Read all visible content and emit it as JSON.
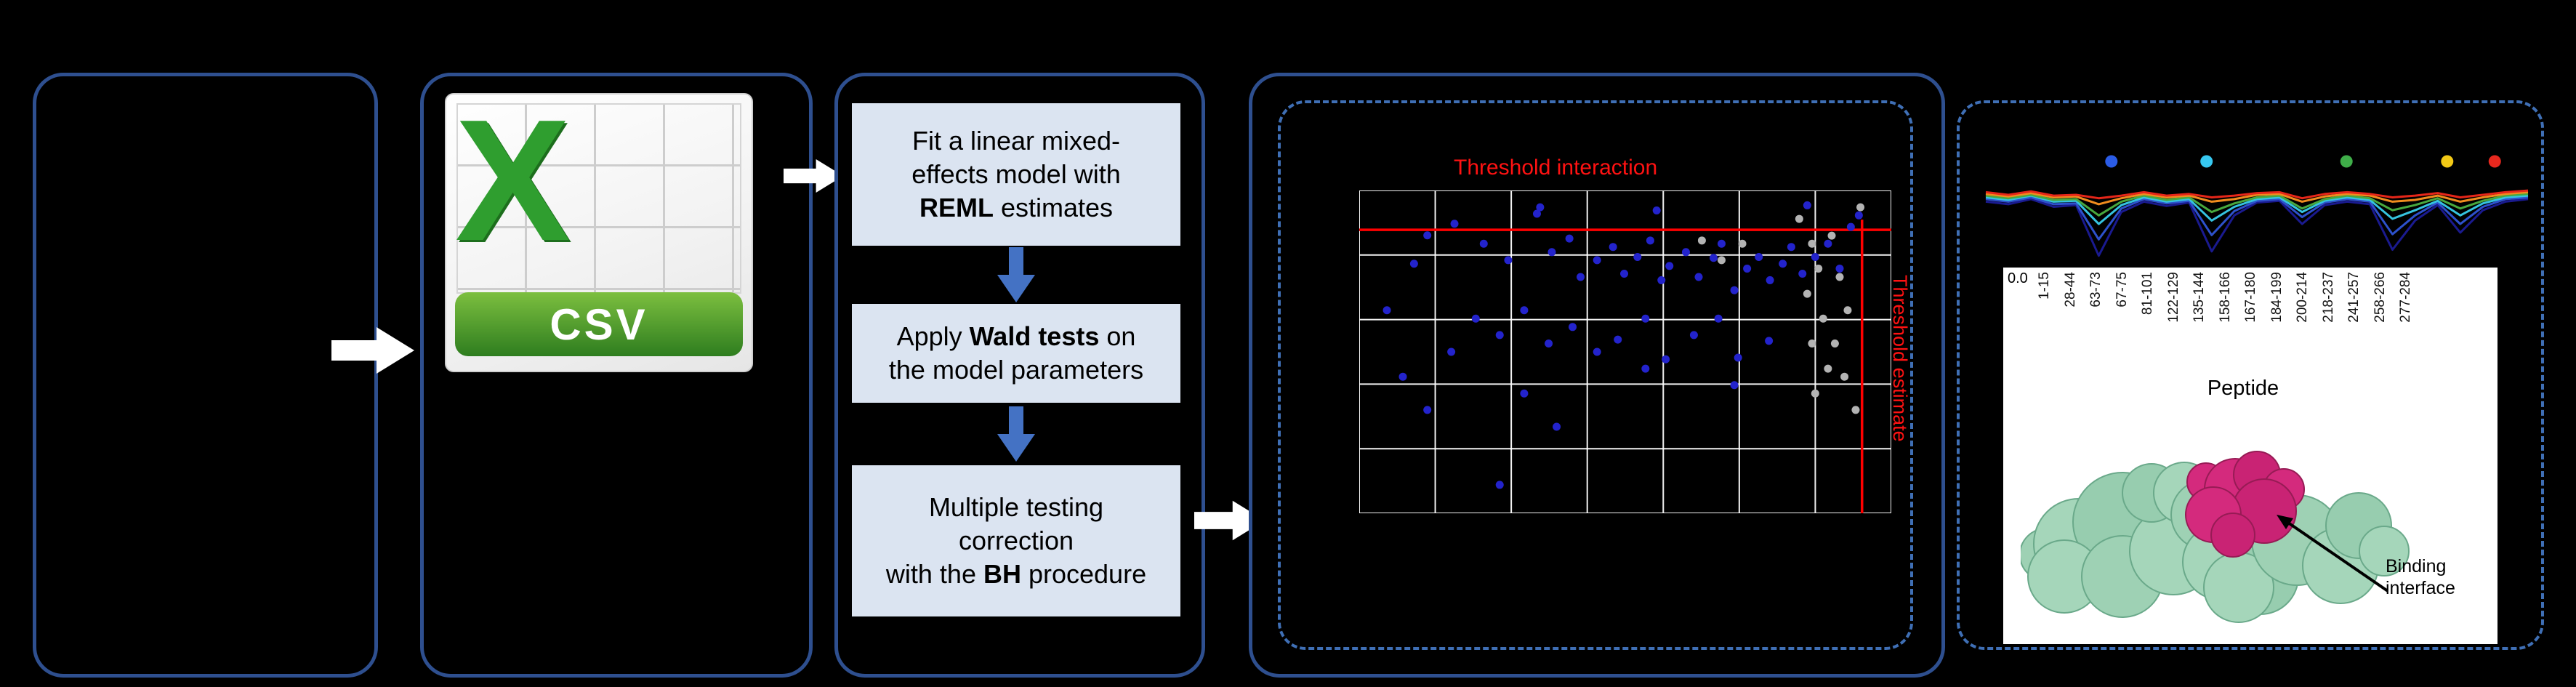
{
  "figure": {
    "bg": "#000000"
  },
  "csv_icon": {
    "letter": "X",
    "banner": "CSV"
  },
  "pipeline": {
    "steps": [
      {
        "lines": [
          [
            {
              "t": "Fit a linear mixed-"
            }
          ],
          [
            {
              "t": "effects model with"
            }
          ],
          [
            {
              "t": "REML",
              "b": true
            },
            {
              "t": " estimates"
            }
          ]
        ]
      },
      {
        "lines": [
          [
            {
              "t": "Apply "
            },
            {
              "t": "Wald tests",
              "b": true
            },
            {
              "t": " on"
            }
          ],
          [
            {
              "t": "the model parameters"
            }
          ]
        ]
      },
      {
        "lines": [
          [
            {
              "t": "Multiple testing"
            }
          ],
          [
            {
              "t": "correction"
            }
          ],
          [
            {
              "t": "with the "
            },
            {
              "t": "BH",
              "b": true
            },
            {
              "t": " procedure"
            }
          ]
        ]
      }
    ]
  },
  "volcano": {
    "type": "scatter",
    "title": "Threshold interaction",
    "side_label": "Threshold estimate",
    "threshold_line_y_pct": 12.2,
    "threshold_line_x_pct": 94.5,
    "colors": {
      "point_blue": "#2323cc",
      "point_gray": "#b3b3b3",
      "threshold": "#ff0000",
      "grid": "#ffffff"
    },
    "points_blue_pct": [
      [
        12.8,
        13.9
      ],
      [
        17.9,
        10.3
      ],
      [
        23.4,
        16.5
      ],
      [
        28.0,
        21.6
      ],
      [
        33.4,
        7.2
      ],
      [
        36.2,
        19.1
      ],
      [
        39.5,
        14.9
      ],
      [
        41.6,
        26.8
      ],
      [
        44.7,
        21.6
      ],
      [
        47.7,
        17.5
      ],
      [
        49.8,
        25.8
      ],
      [
        52.3,
        20.6
      ],
      [
        54.7,
        15.5
      ],
      [
        56.8,
        27.8
      ],
      [
        58.3,
        23.4
      ],
      [
        61.4,
        19.1
      ],
      [
        63.8,
        26.8
      ],
      [
        66.6,
        20.9
      ],
      [
        68.1,
        16.5
      ],
      [
        70.5,
        30.9
      ],
      [
        72.9,
        24.2
      ],
      [
        75.1,
        20.6
      ],
      [
        77.2,
        27.8
      ],
      [
        79.6,
        22.7
      ],
      [
        81.2,
        17.5
      ],
      [
        83.3,
        25.8
      ],
      [
        85.7,
        20.6
      ],
      [
        88.1,
        16.5
      ],
      [
        90.3,
        24.2
      ],
      [
        92.4,
        11.3
      ],
      [
        21.9,
        39.7
      ],
      [
        26.4,
        44.8
      ],
      [
        31.0,
        37.1
      ],
      [
        35.6,
        47.4
      ],
      [
        40.1,
        42.3
      ],
      [
        44.7,
        50.0
      ],
      [
        48.6,
        46.2
      ],
      [
        53.8,
        39.7
      ],
      [
        57.6,
        52.3
      ],
      [
        62.9,
        44.8
      ],
      [
        67.5,
        39.7
      ],
      [
        71.2,
        51.8
      ],
      [
        77.0,
        46.6
      ],
      [
        12.8,
        68.0
      ],
      [
        26.4,
        91.2
      ],
      [
        31.0,
        62.9
      ],
      [
        37.1,
        73.2
      ],
      [
        53.8,
        55.2
      ],
      [
        70.5,
        60.3
      ],
      [
        5.2,
        37.1
      ],
      [
        8.2,
        57.7
      ],
      [
        17.3,
        50.0
      ],
      [
        10.3,
        22.7
      ],
      [
        34.0,
        5.2
      ],
      [
        55.9,
        6.2
      ],
      [
        84.2,
        4.6
      ],
      [
        93.9,
        7.7
      ]
    ],
    "points_gray_pct": [
      [
        82.7,
        8.8
      ],
      [
        85.1,
        16.5
      ],
      [
        86.3,
        24.2
      ],
      [
        84.2,
        32.0
      ],
      [
        87.2,
        39.7
      ],
      [
        85.1,
        47.4
      ],
      [
        88.1,
        55.2
      ],
      [
        85.7,
        62.9
      ],
      [
        88.8,
        14.0
      ],
      [
        90.3,
        26.8
      ],
      [
        91.8,
        37.1
      ],
      [
        89.4,
        47.4
      ],
      [
        91.2,
        57.7
      ],
      [
        93.3,
        68.0
      ],
      [
        64.4,
        15.5
      ],
      [
        68.1,
        21.6
      ],
      [
        72.0,
        16.5
      ],
      [
        94.2,
        5.2
      ]
    ]
  },
  "uptake": {
    "type": "line",
    "legend_dots": [
      {
        "x_pct": 24,
        "color": "#2b5ce6"
      },
      {
        "x_pct": 41,
        "color": "#37c8f0"
      },
      {
        "x_pct": 66,
        "color": "#3fae49"
      },
      {
        "x_pct": 84,
        "color": "#f2c916"
      },
      {
        "x_pct": 92.5,
        "color": "#e8281e"
      }
    ],
    "series": [
      {
        "name": "navy",
        "color": "#1a1a8f",
        "values": [
          30,
          33,
          27,
          36,
          34,
          93,
          42,
          30,
          35,
          31,
          88,
          46,
          31,
          29,
          56,
          34,
          30,
          33,
          86,
          52,
          34,
          66,
          40,
          30,
          27
        ]
      },
      {
        "name": "blue",
        "color": "#2d51cc",
        "values": [
          27,
          30,
          25,
          33,
          32,
          74,
          38,
          27,
          32,
          29,
          69,
          41,
          29,
          27,
          48,
          31,
          27,
          30,
          68,
          46,
          31,
          56,
          36,
          27,
          25
        ]
      },
      {
        "name": "cyan",
        "color": "#35c3e0",
        "values": [
          25,
          28,
          23,
          30,
          29,
          56,
          34,
          25,
          30,
          27,
          52,
          36,
          27,
          25,
          42,
          29,
          25,
          28,
          50,
          40,
          29,
          46,
          32,
          25,
          23
        ]
      },
      {
        "name": "green",
        "color": "#48a83e",
        "values": [
          23,
          26,
          22,
          28,
          27,
          46,
          30,
          23,
          28,
          25,
          42,
          32,
          25,
          23,
          38,
          27,
          23,
          26,
          40,
          34,
          26,
          38,
          29,
          23,
          21
        ]
      },
      {
        "name": "orange",
        "color": "#f08c1e",
        "values": [
          21,
          24,
          20,
          25,
          24,
          33,
          26,
          21,
          25,
          23,
          30,
          27,
          22,
          21,
          30,
          24,
          21,
          23,
          30,
          28,
          23,
          30,
          25,
          21,
          19
        ]
      },
      {
        "name": "red",
        "color": "#e62619",
        "values": [
          19,
          22,
          18,
          23,
          22,
          26,
          23,
          19,
          23,
          21,
          25,
          23,
          20,
          19,
          26,
          21,
          19,
          21,
          25,
          23,
          20,
          25,
          22,
          19,
          17
        ]
      }
    ]
  },
  "peptide_panel": {
    "ytick": "0.0",
    "xlabel": "Peptide",
    "tick_labels": [
      "1-15",
      "28-44",
      "63-73",
      "67-75",
      "81-101",
      "122-129",
      "135-144",
      "158-166",
      "167-180",
      "184-199",
      "200-214",
      "218-237",
      "241-257",
      "258-266",
      "277-284"
    ],
    "annotation": "Binding interface"
  }
}
